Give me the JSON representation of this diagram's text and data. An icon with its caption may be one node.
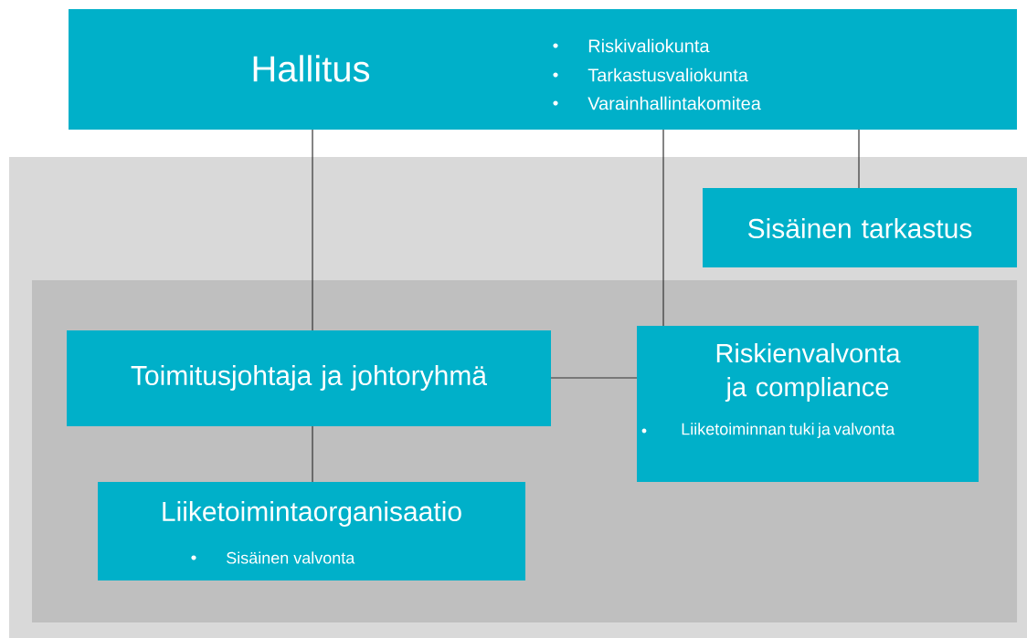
{
  "diagram": {
    "nodes": [
      {
        "text": [
          "Hallitus",
          "Riskivaliokunta",
          "Tarkastusvaliokunta",
          "Varainhallintakomitea"
        ]
      },
      {
        "text": [],
        "shape": "box"
      },
      {
        "text": [
          "Sisäinen tarkastus"
        ],
        "in": 1
      },
      {
        "text": [],
        "shape": "box",
        "in": 1
      },
      {
        "text": [
          "Toimitusjohtaja ja johtoryhmä"
        ],
        "in": 3
      },
      {
        "text": [
          "Riskienvalvonta ja compliance",
          "Liiketoiminnan tuki ja valvonta"
        ],
        "in": 3
      },
      {
        "text": [
          "Liiketoimintaorganisaatio",
          "Sisäinen valvonta"
        ],
        "in": 3
      }
    ],
    "edges": [
      {
        "from": 0,
        "to": 4,
        "arrow": "none"
      },
      {
        "from": 0,
        "to": 5,
        "arrow": "none"
      },
      {
        "from": 0,
        "to": 2,
        "arrow": "none"
      },
      {
        "from": 4,
        "to": 5,
        "arrow": "none"
      },
      {
        "from": 4,
        "to": 6,
        "arrow": "none"
      }
    ]
  }
}
